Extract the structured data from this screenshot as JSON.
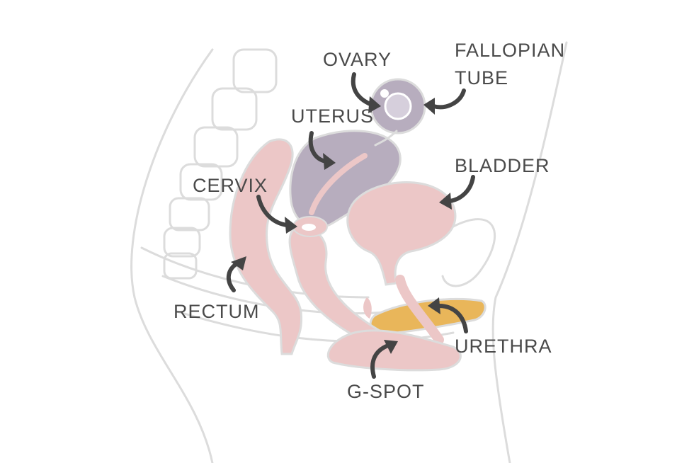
{
  "labels": {
    "ovary": "OVARY",
    "fallopian_line1": "FALLOPIAN",
    "fallopian_line2": "TUBE",
    "uterus": "UTERUS",
    "bladder": "BLADDER",
    "cervix": "CERVIX",
    "rectum": "RECTUM",
    "urethra": "URETHRA",
    "gspot": "G-SPOT"
  },
  "colors": {
    "tissue_pink": "#ecc7c7",
    "uterus_purple": "#b7adbe",
    "pubic_orange": "#e9b65a",
    "outline_gray": "#dcdcdc",
    "arrow_dark": "#444444"
  }
}
